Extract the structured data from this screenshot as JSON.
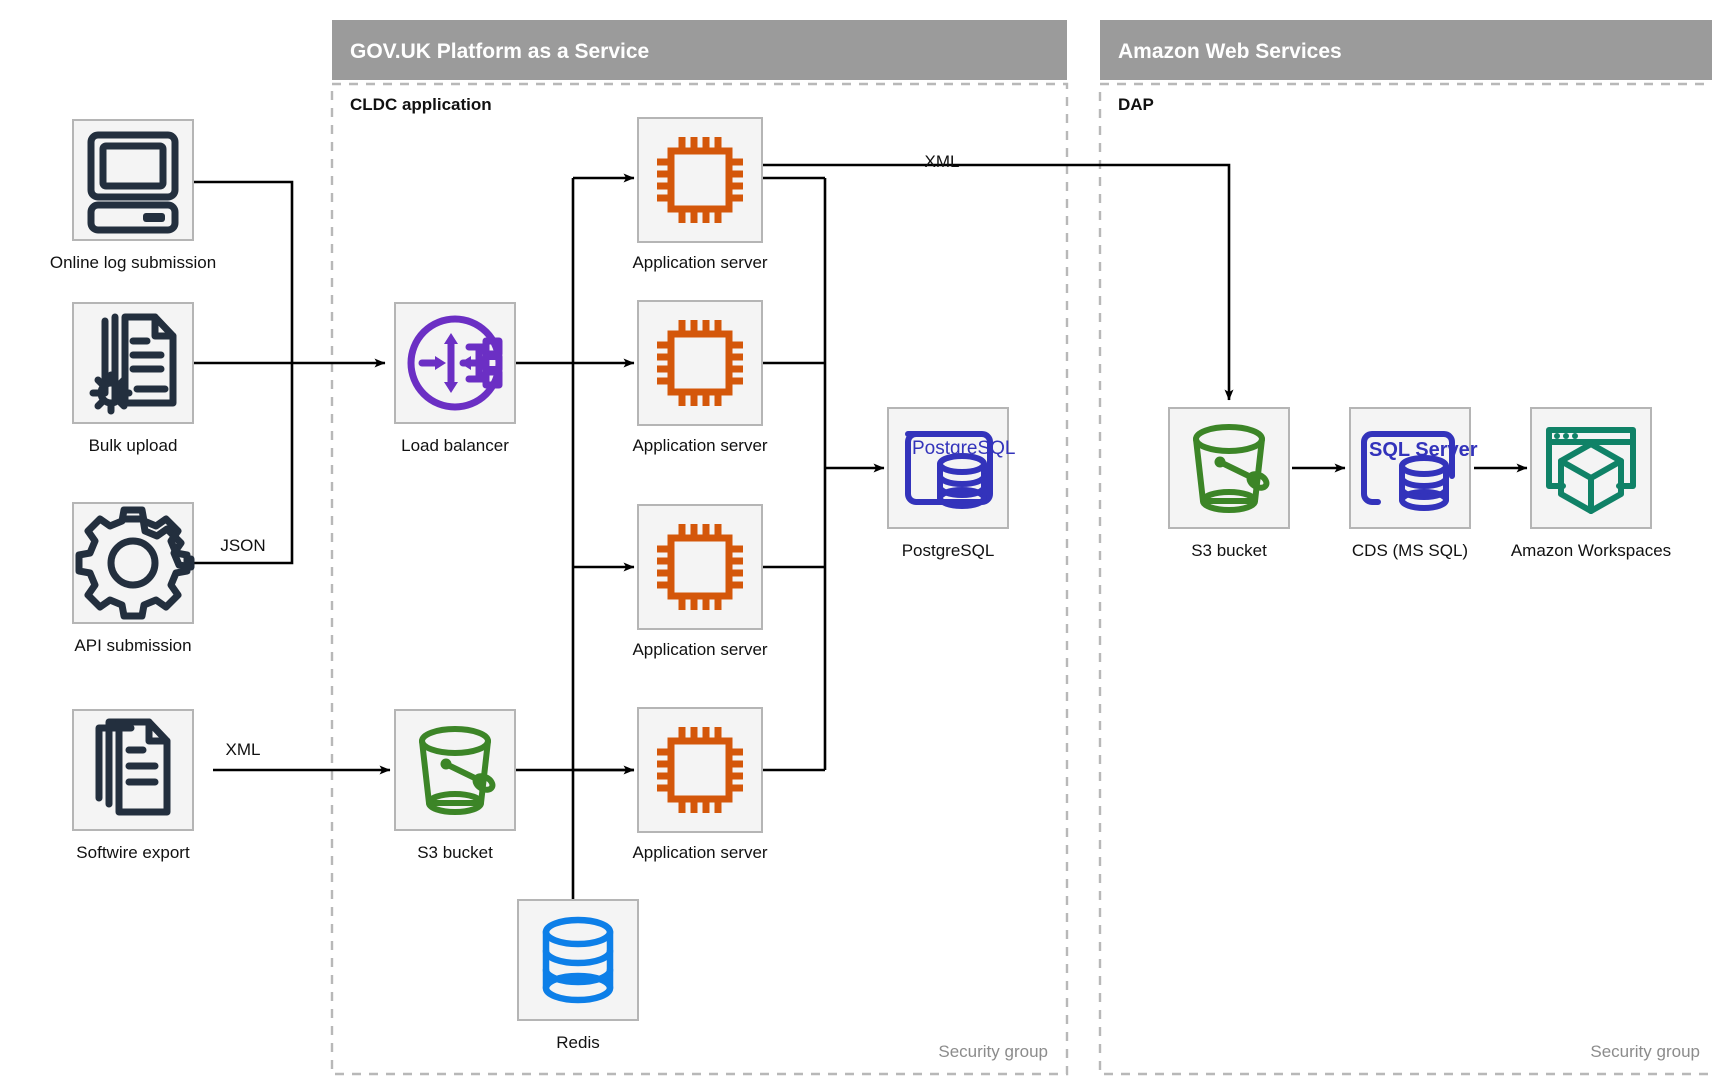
{
  "zones": [
    {
      "id": "paas",
      "header": "GOV.UK Platform as a Service",
      "group_label": "CLDC application",
      "security_label": "Security group"
    },
    {
      "id": "aws",
      "header": "Amazon Web Services",
      "group_label": "DAP",
      "security_label": "Security group"
    }
  ],
  "nodes": {
    "online_log": {
      "label": "Online log submission",
      "icon": "desktop-computer-icon"
    },
    "bulk_upload": {
      "label": "Bulk upload",
      "icon": "document-gear-icon"
    },
    "api_submission": {
      "label": "API submission",
      "icon": "gear-icon"
    },
    "softwire_export": {
      "label": "Softwire export",
      "icon": "documents-stack-icon"
    },
    "load_balancer": {
      "label": "Load balancer",
      "icon": "load-balancer-icon"
    },
    "s3_paas": {
      "label": "S3 bucket",
      "icon": "s3-bucket-icon"
    },
    "app_server_1": {
      "label": "Application server",
      "icon": "cpu-chip-icon"
    },
    "app_server_2": {
      "label": "Application server",
      "icon": "cpu-chip-icon"
    },
    "app_server_3": {
      "label": "Application server",
      "icon": "cpu-chip-icon"
    },
    "app_server_4": {
      "label": "Application server",
      "icon": "cpu-chip-icon"
    },
    "redis": {
      "label": "Redis",
      "icon": "database-cylinder-icon"
    },
    "postgresql": {
      "label": "PostgreSQL",
      "icon": "postgresql-icon",
      "icon_text": "PostgreSQL"
    },
    "s3_aws": {
      "label": "S3 bucket",
      "icon": "s3-bucket-icon"
    },
    "cds": {
      "label": "CDS (MS SQL)",
      "icon": "sql-server-icon",
      "icon_text": "SQL Server"
    },
    "workspaces": {
      "label": "Amazon Workspaces",
      "icon": "amazon-workspaces-icon"
    }
  },
  "edge_labels": {
    "json": "JSON",
    "xml_softwire": "XML",
    "xml_to_s3": "XML"
  },
  "colors": {
    "header_band": "#9b9b9b",
    "node_fill": "#f4f4f4",
    "node_stroke": "#b5b5b5",
    "dark_icon": "#232f3e",
    "purple_icon": "#6b2fc4",
    "orange_icon": "#d4570a",
    "green_icon": "#3c8527",
    "blue_icon": "#0d7fe8",
    "indigo_icon": "#3333bb",
    "teal_icon": "#108267",
    "connector": "#000000",
    "security_label": "#8c8c8c"
  }
}
